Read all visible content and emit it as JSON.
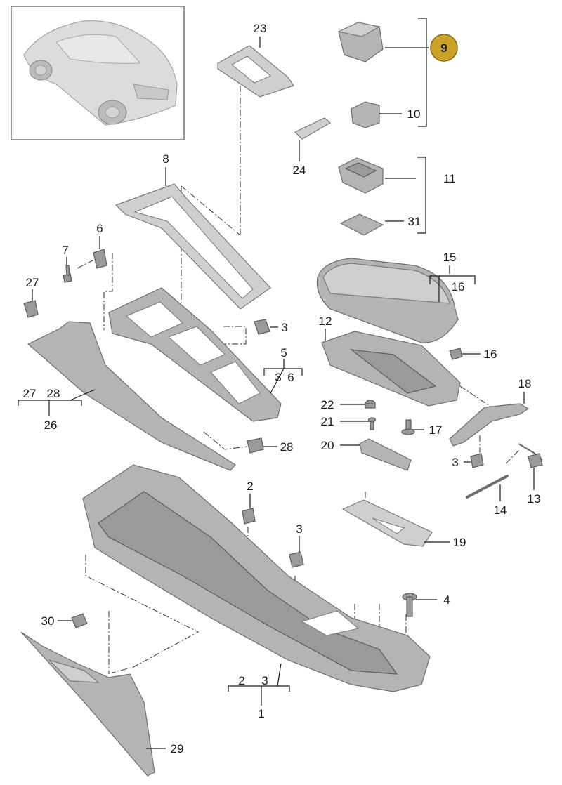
{
  "callouts": {
    "c1": "1",
    "c2": "2",
    "c2b": "2",
    "c3": "3",
    "c3b": "3",
    "c3c": "3",
    "c3d": "3",
    "c3e": "3",
    "c4": "4",
    "c5": "5",
    "c6": "6",
    "c6b": "6",
    "c7": "7",
    "c8": "8",
    "c9": "9",
    "c10": "10",
    "c11": "11",
    "c12": "12",
    "c13": "13",
    "c14": "14",
    "c15": "15",
    "c16": "16",
    "c16b": "16",
    "c17": "17",
    "c18": "18",
    "c19": "19",
    "c20": "20",
    "c21": "21",
    "c22": "22",
    "c23": "23",
    "c24": "24",
    "c26": "26",
    "c27": "27",
    "c27b": "27",
    "c28": "28",
    "c28b": "28",
    "c29": "29",
    "c30": "30",
    "c31": "31"
  },
  "colors": {
    "badge_fill": "#c9a227",
    "badge_stroke": "#8a6d12",
    "part_fill": "#b4b4b4",
    "outline": "#6e6e6e"
  }
}
